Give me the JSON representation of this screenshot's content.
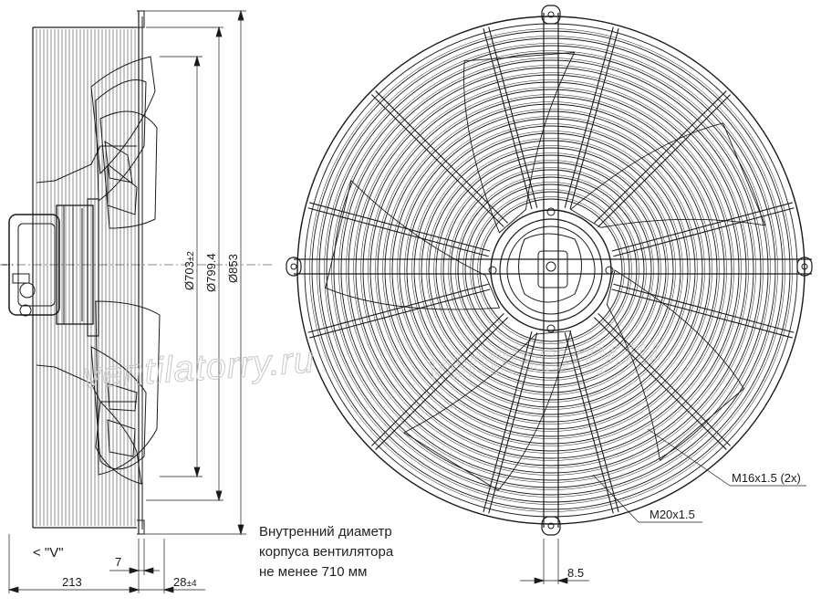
{
  "dimensions": {
    "inner_diameter": "Ø703",
    "inner_diameter_tol": "±2",
    "blade_diameter": "Ø799.4",
    "outer_diameter": "Ø853",
    "view_label": "< \"V\"",
    "depth_overall": "213",
    "depth_rim": "7",
    "depth_flange": "28",
    "depth_flange_tol": "±4",
    "hole_spacing": "8.5"
  },
  "callouts": {
    "thread_large": "M16x1.5 (2x)",
    "thread_small": "M20x1.5"
  },
  "note_lines": [
    "Внутренний диаметр",
    "корпуса вентилятора",
    "не менее 710 мм"
  ],
  "watermark": "ventilatorry.ru",
  "colors": {
    "line": "#1a1a1a",
    "background": "#ffffff",
    "watermark": "#c8c8c8"
  }
}
